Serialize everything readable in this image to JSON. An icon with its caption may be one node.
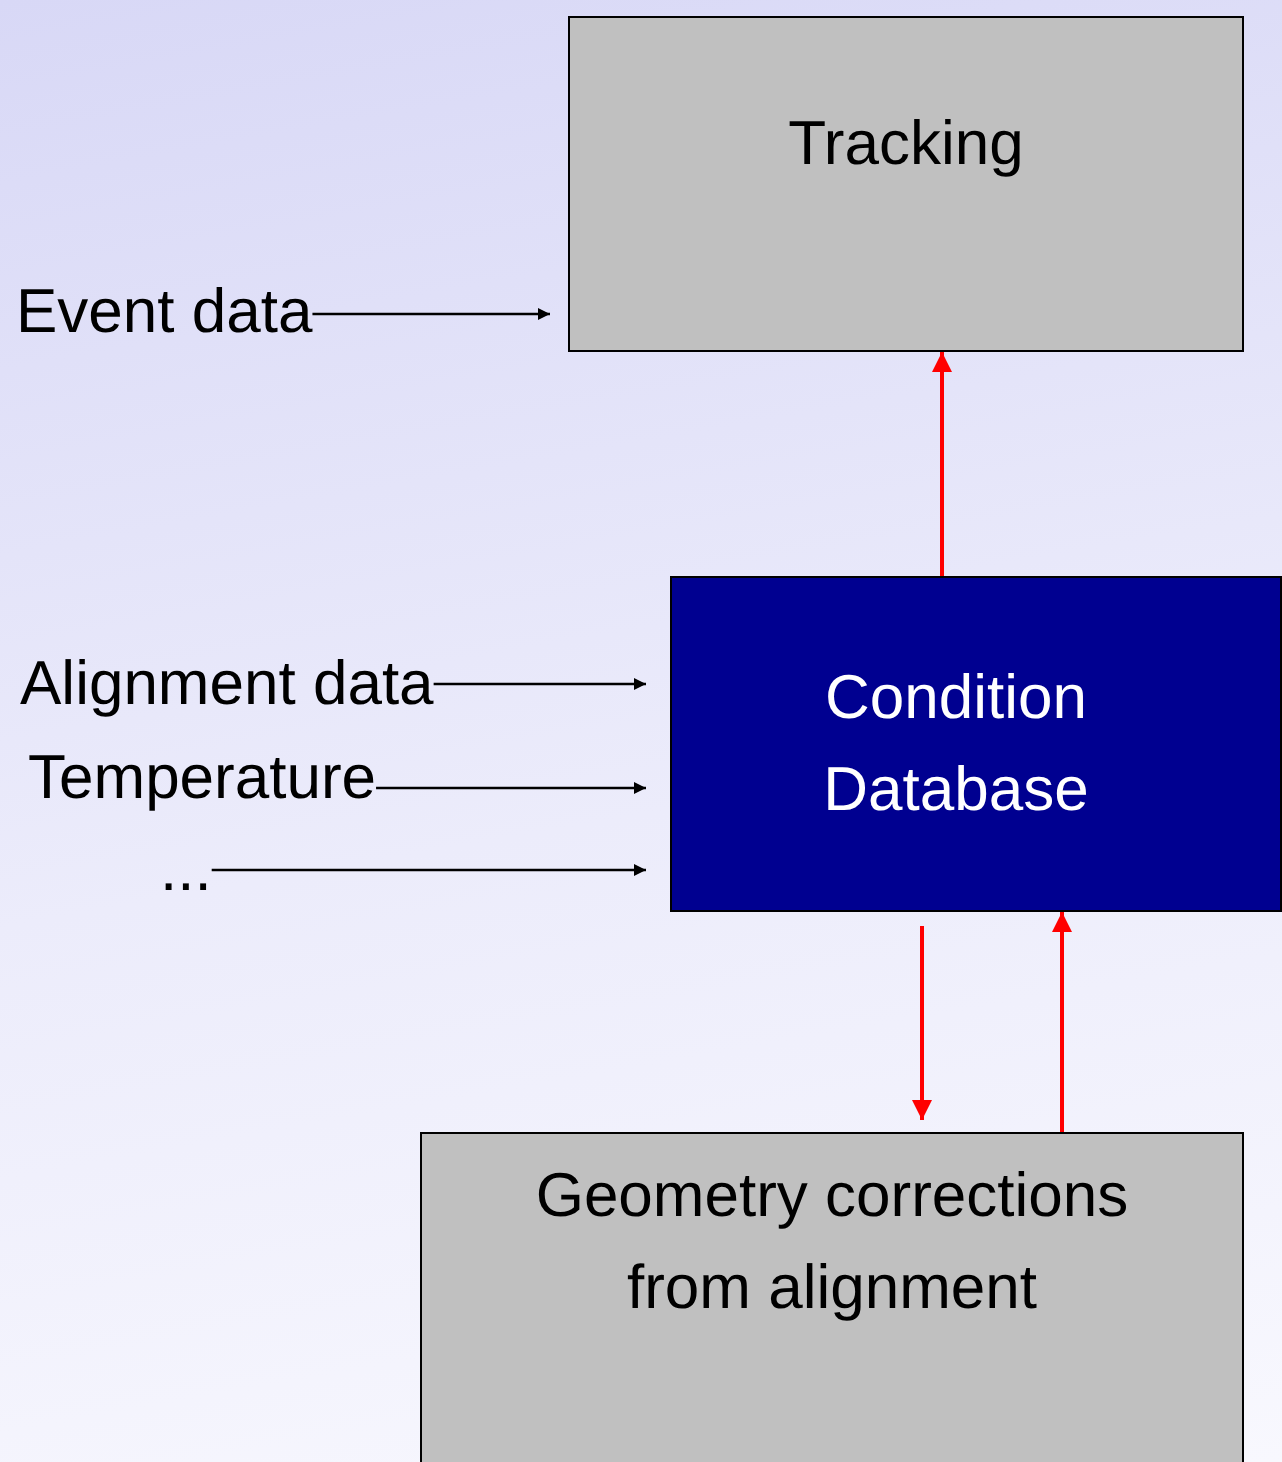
{
  "diagram": {
    "nodes": [
      {
        "text": [
          "Tracking"
        ]
      },
      {
        "text": [
          "Event data"
        ]
      },
      {
        "text": [
          "Condition Database"
        ]
      },
      {
        "text": [
          "Alignment data"
        ]
      },
      {
        "text": [
          "Temperature"
        ]
      },
      {
        "text": [
          "..."
        ]
      },
      {
        "text": [
          "Geometry corrections from alignment"
        ]
      }
    ],
    "edges": [
      {
        "from": 1,
        "to": 0,
        "arrow": "to"
      },
      {
        "from": 2,
        "to": 0,
        "arrow": "to",
        "color": "#ff0000"
      },
      {
        "from": 3,
        "to": 2,
        "arrow": "to"
      },
      {
        "from": 4,
        "to": 2,
        "arrow": "to"
      },
      {
        "from": 5,
        "to": 2,
        "arrow": "to"
      },
      {
        "from": 2,
        "to": 6,
        "arrow": "to",
        "color": "#ff0000"
      },
      {
        "from": 6,
        "to": 2,
        "arrow": "to",
        "color": "#ff0000"
      }
    ]
  }
}
